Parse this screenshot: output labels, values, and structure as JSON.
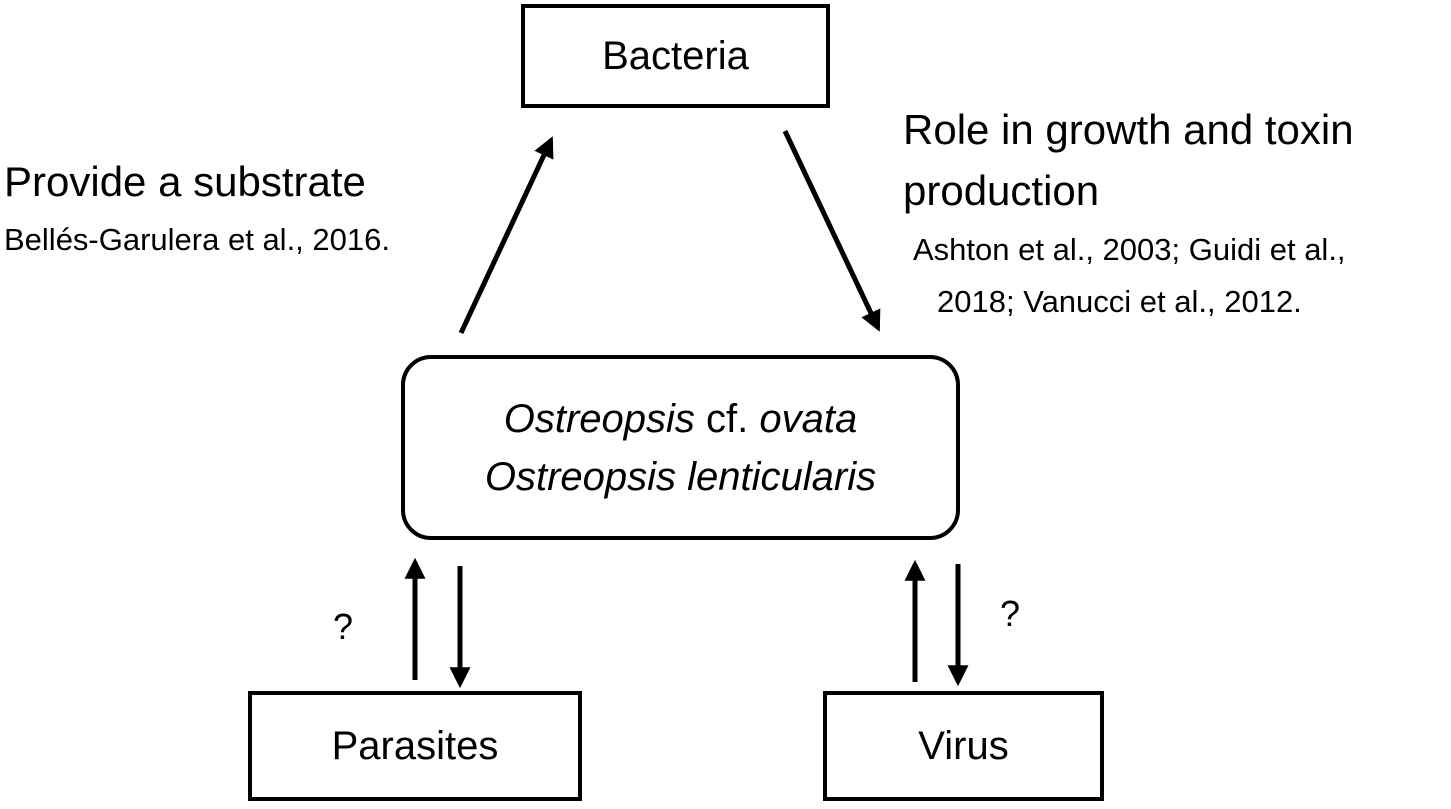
{
  "nodes": {
    "bacteria": "Bacteria",
    "ostreopsis": {
      "line1_italic_a": "Ostreopsis",
      "line1_plain": " cf. ",
      "line1_italic_b": "ovata",
      "line2_italic": "Ostreopsis lenticularis"
    },
    "parasites": "Parasites",
    "virus": "Virus"
  },
  "edges": {
    "substrate": {
      "label": "Provide a substrate",
      "reference": "Bellés-Garulera et al., 2016."
    },
    "role": {
      "label_line1": "Role in growth and toxin",
      "label_line2": "production",
      "reference_line1": "Ashton et al., 2003; Guidi et al.,",
      "reference_line2": "2018; Vanucci et al., 2012."
    },
    "parasites_unknown": "?",
    "virus_unknown": "?"
  }
}
